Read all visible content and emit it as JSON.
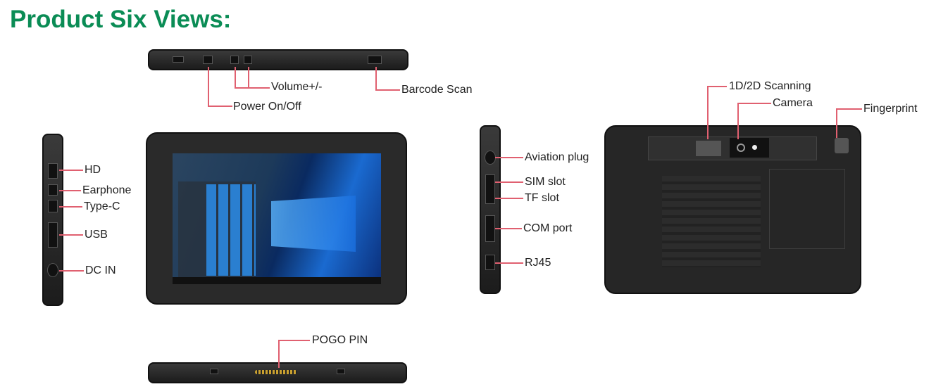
{
  "title": "Product Six Views:",
  "top_view": {
    "labels": [
      "Volume+/-",
      "Barcode Scan",
      "Power On/Off"
    ]
  },
  "left_view": {
    "labels": [
      "HD",
      "Earphone",
      "Type-C",
      "USB",
      "DC IN"
    ]
  },
  "right_view": {
    "labels": [
      "Aviation plug",
      "SIM slot",
      "TF slot",
      "COM port",
      "RJ45"
    ]
  },
  "back_view": {
    "labels": [
      "1D/2D Scanning",
      "Camera",
      "Fingerprint"
    ]
  },
  "bottom_view": {
    "labels": [
      "POGO PIN"
    ]
  },
  "colors": {
    "title": "#0a8c55",
    "callout_line": "#e06070"
  }
}
